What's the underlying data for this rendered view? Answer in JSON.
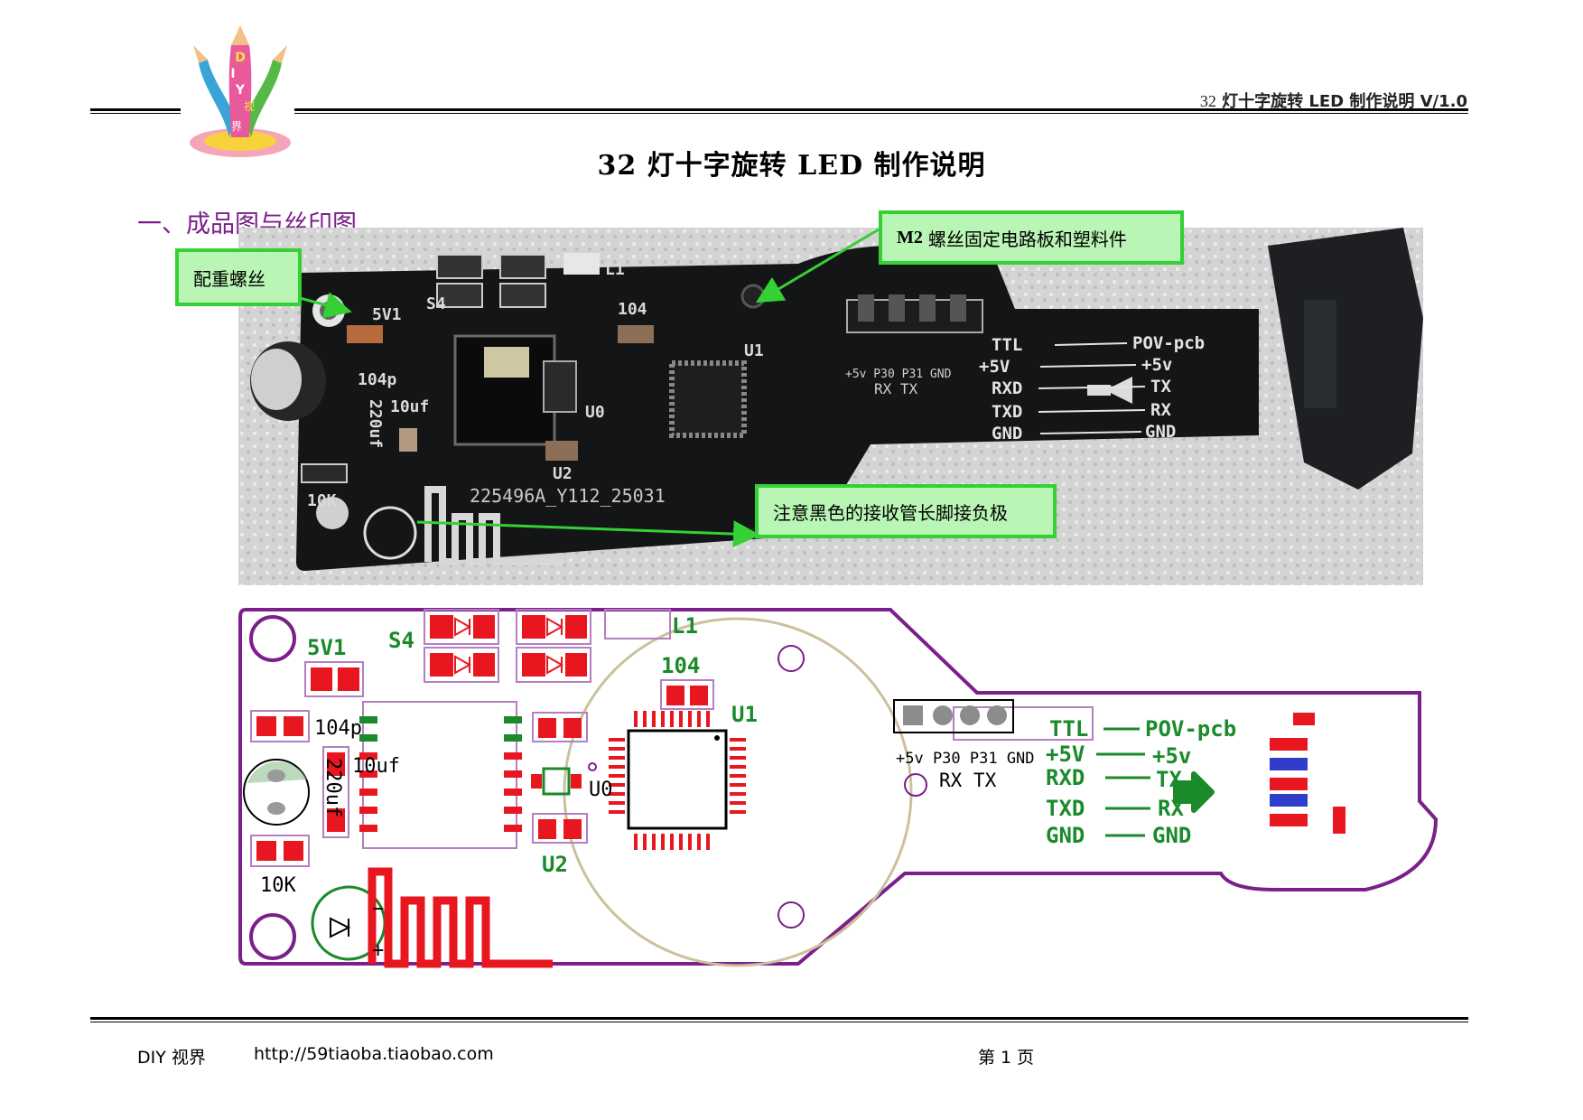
{
  "logo": {
    "letters": [
      "D",
      "I",
      "Y",
      "视",
      "界"
    ]
  },
  "header": {
    "ref_num": "32",
    "ref_rest": " 灯十字旋转 LED 制作说明  V/1.0"
  },
  "title": "32 灯十字旋转 LED 制作说明",
  "section_heading": "一、成品图与丝印图",
  "photo": {
    "callouts": {
      "counterweight": "配重螺丝",
      "screw_prefix": "M2",
      "screw_rest": "螺丝固定电路板和塑料件",
      "ir_receiver": "注意黑色的接收管长脚接负极"
    },
    "labels": {
      "v1": "5V1",
      "s4": "S4",
      "l1": "L1",
      "c104": "104",
      "u1": "U1",
      "c104p": "104p",
      "c220": "220uf",
      "c10": "10uf",
      "u0": "U0",
      "u2": "U2",
      "r10k": "10K",
      "batch": "225496A_Y112_25031",
      "hdr_pins": "+5v P30 P31 GND",
      "hdr_rxtx": "RX TX",
      "ttl": "TTL",
      "pov": "POV-pcb",
      "p5v": "+5V",
      "p5v2": "+5v",
      "rxd": "RXD",
      "tx": "TX",
      "txd": "TXD",
      "rx": "RX",
      "gnd": "GND",
      "gnd2": "GND"
    }
  },
  "silkscreen": {
    "labels": {
      "v1": "5V1",
      "s4": "S4",
      "l1": "L1",
      "c104": "104",
      "u1": "U1",
      "c104p": "104p",
      "c220": "220uf",
      "c10": "10uf",
      "u0": "U0",
      "u2": "U2",
      "r10k": "10K",
      "minus": "−",
      "plus": "+",
      "hdr_pins": "+5v P30 P31 GND",
      "hdr_rxtx": "RX TX",
      "ttl": "TTL",
      "pov": "POV-pcb",
      "p5v": "+5V",
      "p5v2": "+5v",
      "rxd": "RXD",
      "tx": "TX",
      "txd": "TXD",
      "rx": "RX",
      "gnd": "GND",
      "gnd2": "GND"
    }
  },
  "footer": {
    "brand": "DIY 视界",
    "url": "http://59tiaoba.tiaobao.com",
    "page": "第 1 页"
  }
}
